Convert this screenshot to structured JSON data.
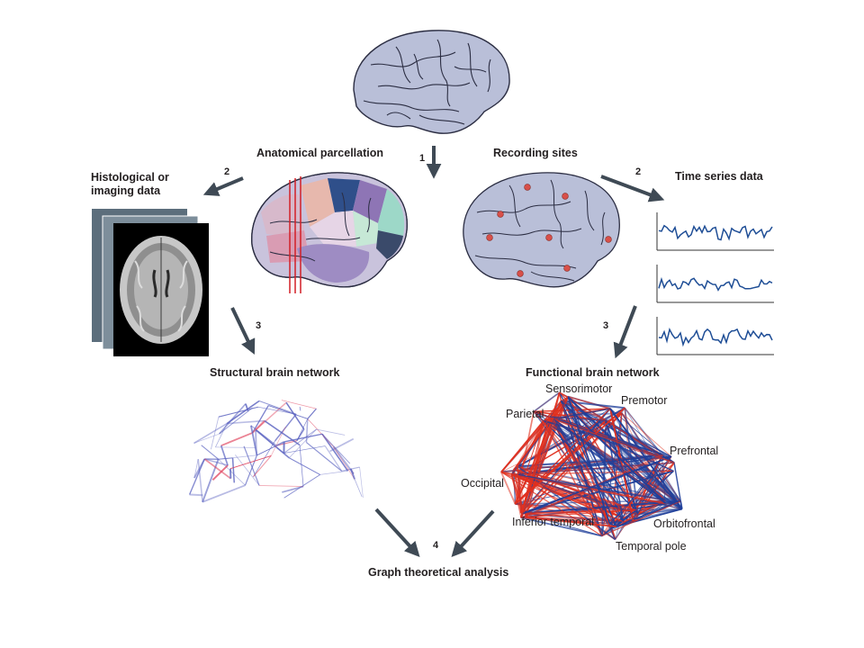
{
  "labels": {
    "anatomical_parcellation": "Anatomical parcellation",
    "recording_sites": "Recording sites",
    "histological_line1": "Histological or",
    "histological_line2": "imaging data",
    "time_series": "Time series data",
    "structural_network": "Structural brain network",
    "functional_network": "Functional brain network",
    "graph_analysis": "Graph theoretical analysis"
  },
  "steps": {
    "step1": "1",
    "step2_left": "2",
    "step2_right": "2",
    "step3_left": "3",
    "step3_right": "3",
    "step4": "4"
  },
  "regions": {
    "sensorimotor": "Sensorimotor",
    "premotor": "Premotor",
    "parietal": "Parietal",
    "prefrontal": "Prefrontal",
    "occipital": "Occipital",
    "inferior_temporal": "Inferior temporal",
    "orbitofrontal": "Orbitofrontal",
    "temporal_pole": "Temporal pole"
  },
  "colors": {
    "brain_fill": "#b9bfd8",
    "brain_stroke": "#2b2d42",
    "arrow": "#3f4a55",
    "structural_edge": "#5a62c0",
    "functional_red": "#e0301e",
    "functional_blue": "#1f3f9a",
    "timeseries_line": "#1f4e96"
  }
}
